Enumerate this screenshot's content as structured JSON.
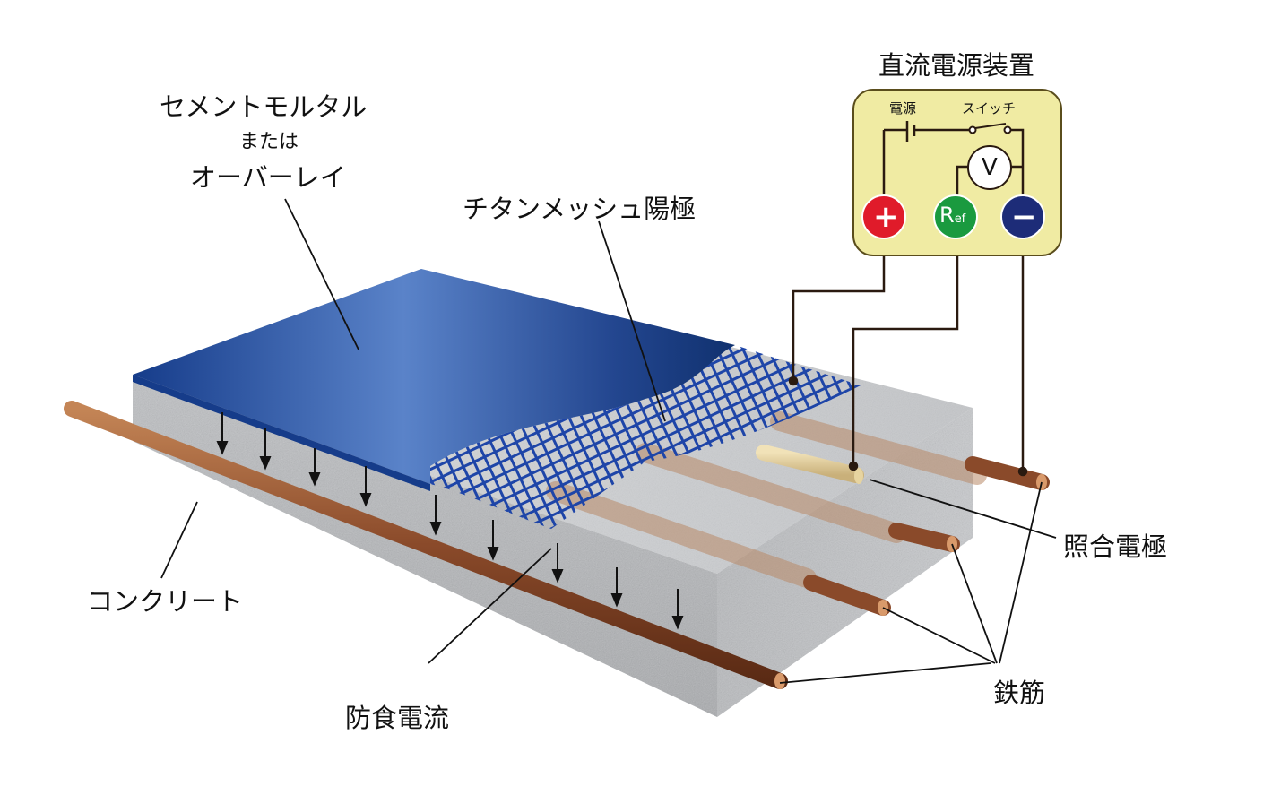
{
  "labels": {
    "power_supply_title": "直流電源装置",
    "overlay_line1": "セメントモルタル",
    "overlay_line2": "または",
    "overlay_line3": "オーバーレイ",
    "titanium_mesh": "チタンメッシュ陽極",
    "concrete": "コンクリート",
    "protection_current": "防食電流",
    "reference_electrode": "照合電極",
    "rebar": "鉄筋"
  },
  "power_box": {
    "source_label": "電源",
    "switch_label": "スイッチ",
    "voltmeter": "V",
    "plus": "+",
    "ref_main": "R",
    "ref_sub": "ef",
    "minus": "−"
  },
  "colors": {
    "overlay_blue": "#1f4fa0",
    "mesh_blue": "#1e45a8",
    "concrete_gray": "#c9cbce",
    "rebar_brown": "#8a4a2a",
    "box_yellow": "#f0eba3",
    "terminal_plus": "#e01b2a",
    "terminal_ref": "#1a9a3f",
    "terminal_minus": "#1d2c78"
  }
}
